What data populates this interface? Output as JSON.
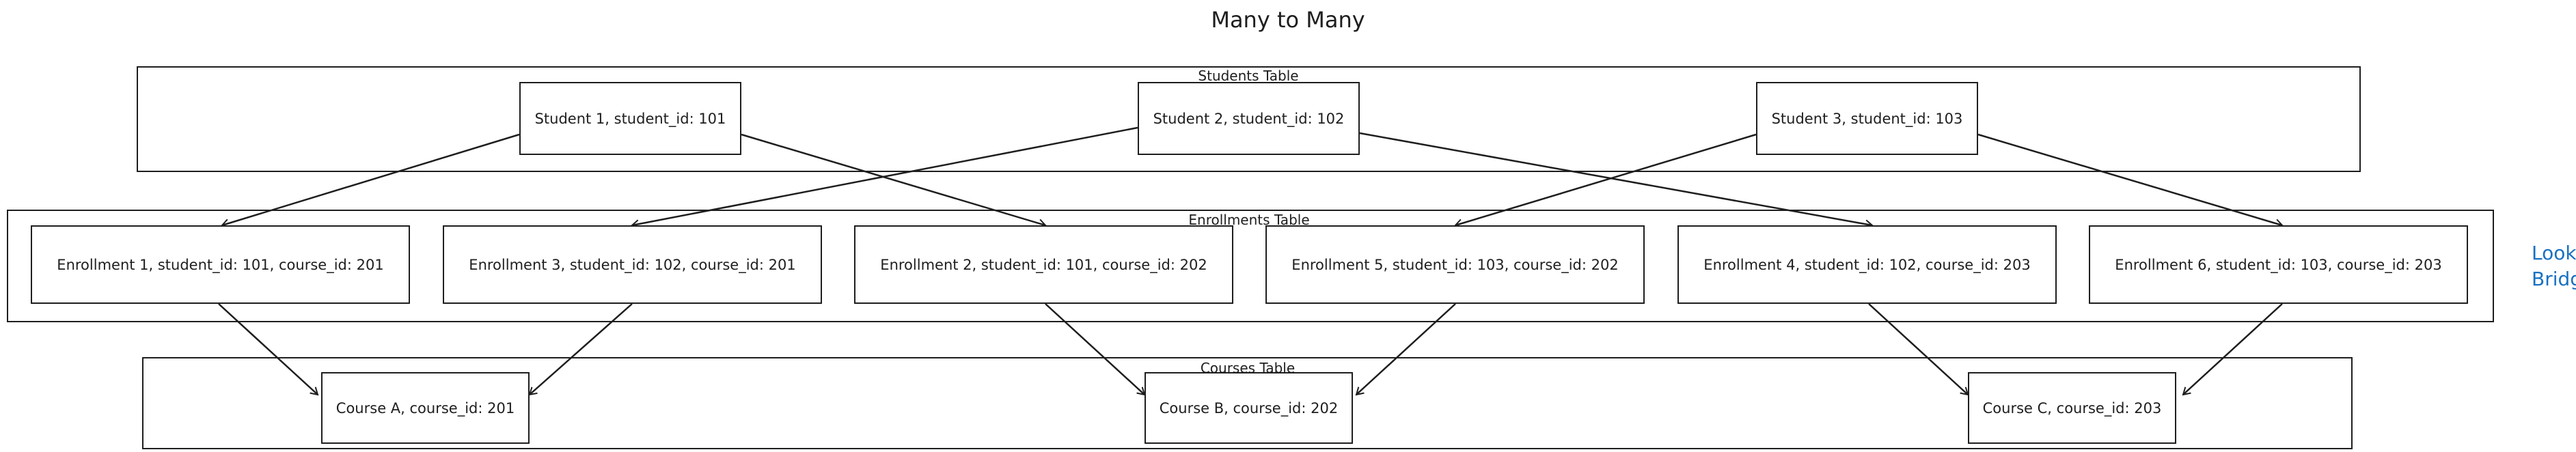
{
  "title": "Many to Many",
  "groups": {
    "students": "Students Table",
    "enrollments": "Enrollments Table",
    "courses": "Courses Table"
  },
  "students": [
    "Student 1, student_id: 101",
    "Student 2, student_id: 102",
    "Student 3, student_id: 103"
  ],
  "enrollments": [
    "Enrollment 1, student_id: 101, course_id: 201",
    "Enrollment 3, student_id: 102, course_id: 201",
    "Enrollment 2, student_id: 101, course_id: 202",
    "Enrollment 5, student_id: 103, course_id: 202",
    "Enrollment 4, student_id: 102, course_id: 203",
    "Enrollment 6, student_id: 103, course_id: 203"
  ],
  "courses": [
    "Course A, course_id: 201",
    "Course B, course_id: 202",
    "Course C, course_id: 203"
  ],
  "note": {
    "line1": "Lookup table/",
    "line2": "Bridge table"
  },
  "colors": {
    "stroke": "#1e1e1e",
    "note": "#1971c2"
  }
}
